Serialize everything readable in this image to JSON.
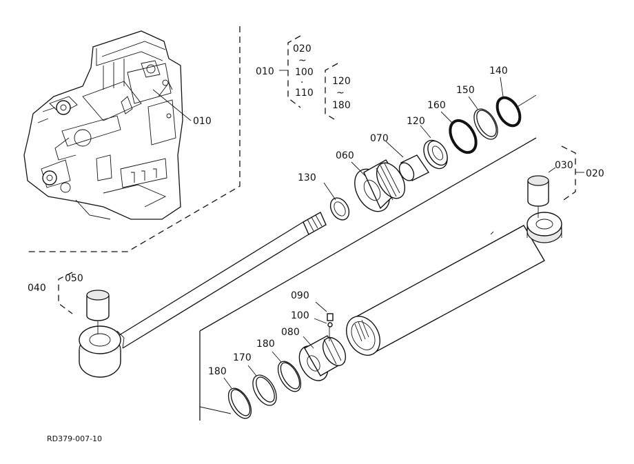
{
  "labels": {
    "p010_main": "010",
    "p010_group": "010",
    "p020_top": "020",
    "tilde_a": "~",
    "p100_range": "100",
    "dot": "·",
    "p110": "110",
    "p120_range": "120",
    "tilde_b": "~",
    "p180_range": "180",
    "p140": "140",
    "p150": "150",
    "p160": "160",
    "p120": "120",
    "p070": "070",
    "p060": "060",
    "p130": "130",
    "p030": "030",
    "p020_side": "020",
    "p040": "040",
    "p050": "050",
    "p090": "090",
    "p100": "100",
    "p080": "080",
    "p180_a": "180",
    "p170": "170",
    "p180_b": "180"
  },
  "footer": {
    "drawing_code": "RD379-007-10"
  }
}
